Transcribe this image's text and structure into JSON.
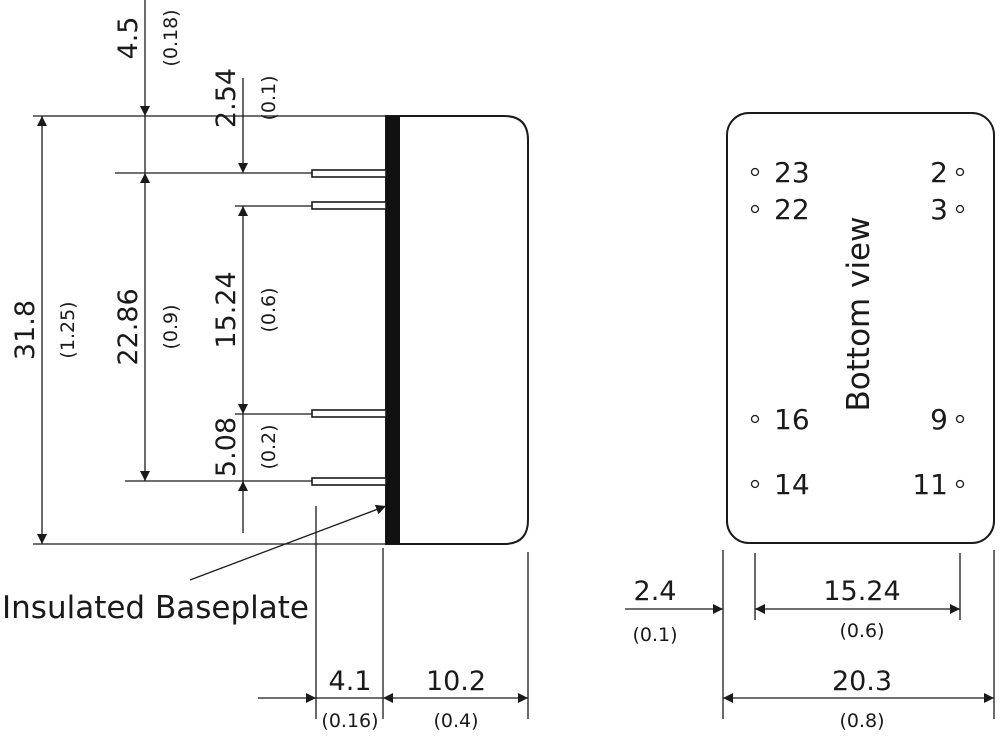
{
  "side_view": {
    "height_mm": "31.8",
    "height_in": "(1.25)",
    "pin_span_mm": "22.86",
    "pin_span_in": "(0.9)",
    "top_offset_mm": "4.5",
    "top_offset_in": "(0.18)",
    "pin_pitch_top_mm": "2.54",
    "pin_pitch_top_in": "(0.1)",
    "inner_span_mm": "15.24",
    "inner_span_in": "(0.6)",
    "pin_pitch_bottom_mm": "5.08",
    "pin_pitch_bottom_in": "(0.2)",
    "pin_length_mm": "4.1",
    "pin_length_in": "(0.16)",
    "body_depth_mm": "10.2",
    "body_depth_in": "(0.4)",
    "baseplate_label": "Insulated Baseplate"
  },
  "bottom_view": {
    "label": "Bottom view",
    "pins_left": [
      "23",
      "22",
      "16",
      "14"
    ],
    "pins_right": [
      "2",
      "3",
      "9",
      "11"
    ],
    "edge_offset_mm": "2.4",
    "edge_offset_in": "(0.1)",
    "pin_row_span_mm": "15.24",
    "pin_row_span_in": "(0.6)",
    "width_mm": "20.3",
    "width_in": "(0.8)"
  }
}
